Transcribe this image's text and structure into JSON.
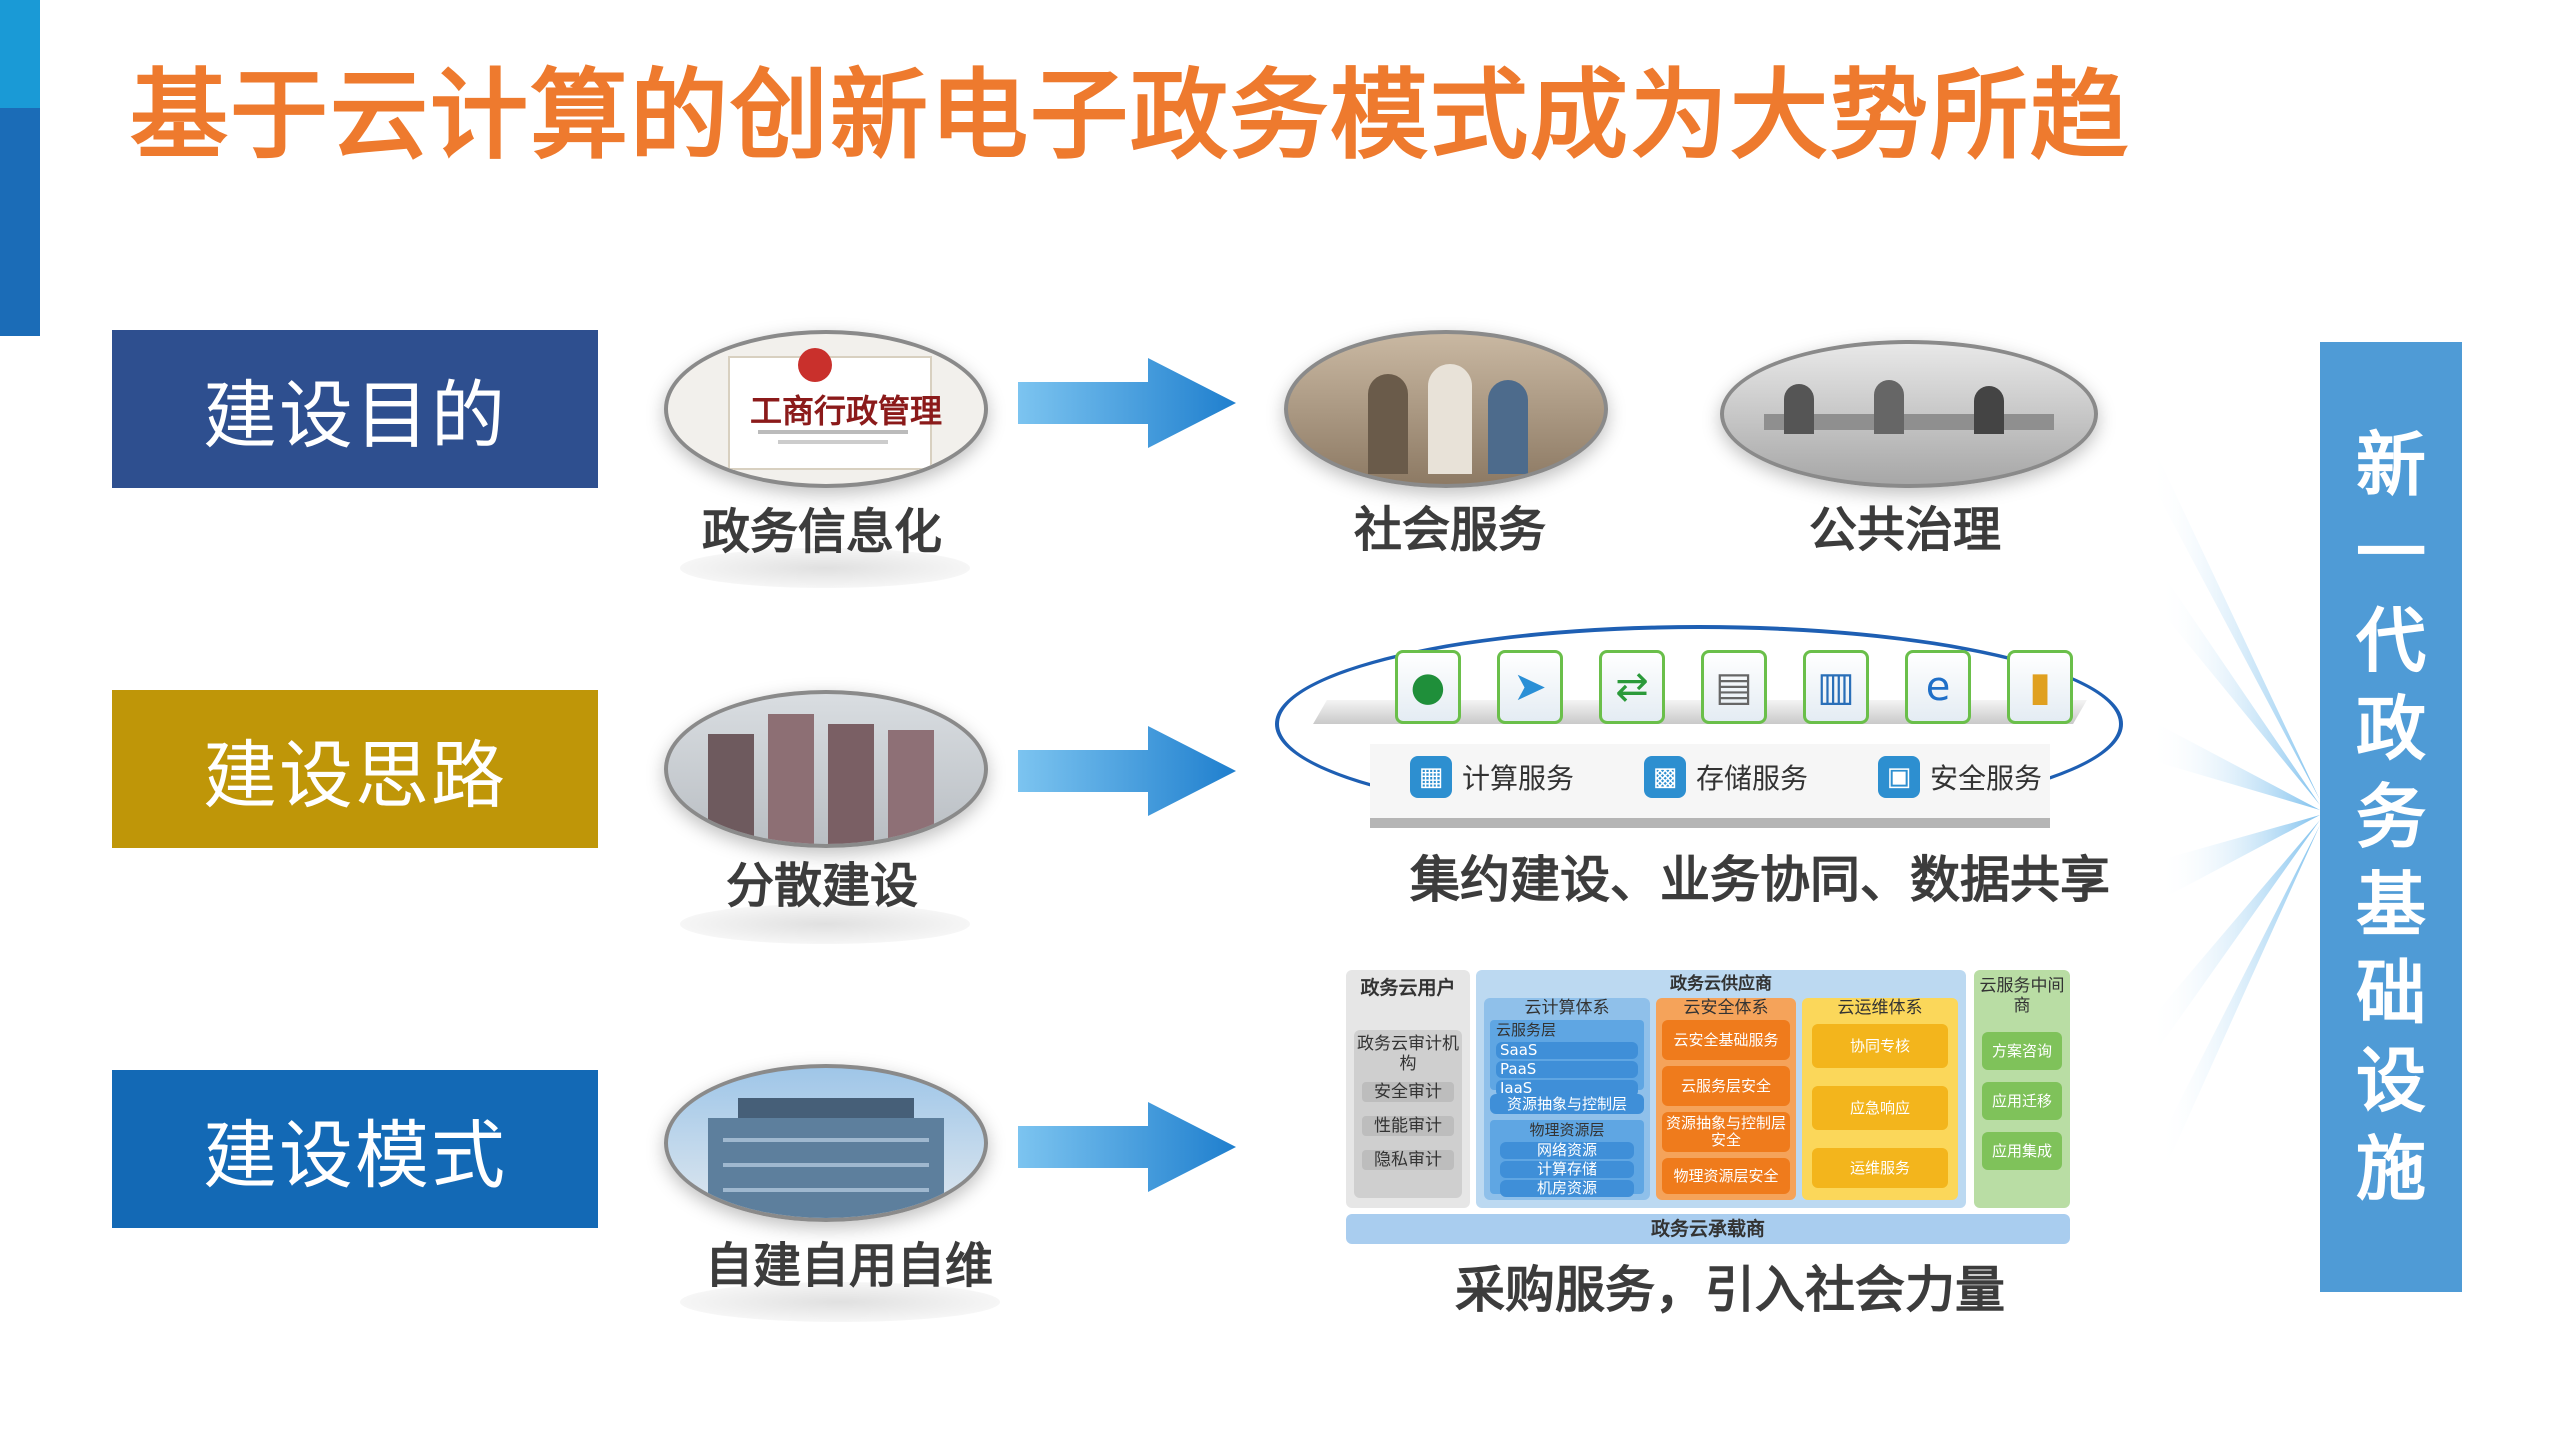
{
  "title": "基于云计算的创新电子政务模式成为大势所趋",
  "rows": [
    {
      "label": "建设目的",
      "color": "#2e4f8f",
      "from_caption": "政务信息化",
      "to_captions": [
        "社会服务",
        "公共治理"
      ]
    },
    {
      "label": "建设思路",
      "color": "#bf9608",
      "from_caption": "分散建设",
      "to_caption": "集约建设、业务协同、数据共享"
    },
    {
      "label": "建设模式",
      "color": "#1369b5",
      "from_caption": "自建自用自维",
      "to_caption": "采购服务，引入社会力量"
    }
  ],
  "doc_image": {
    "heading": "工商行政管理"
  },
  "cloud": {
    "icons": [
      "globe-icon",
      "send-icon",
      "exchange-icon",
      "database-icon",
      "building-icon",
      "ie-icon",
      "bar-chart-icon"
    ],
    "services": [
      "计算服务",
      "存储服务",
      "安全服务"
    ]
  },
  "arch": {
    "user_title": "政务云用户",
    "user_items": [
      "政务云审计机构",
      "安全审计",
      "性能审计",
      "隐私审计"
    ],
    "provider_title": "政务云供应商",
    "compute_title": "云计算体系",
    "compute_sub1": "云服务层",
    "compute_items": [
      "SaaS",
      "PaaS",
      "IaaS"
    ],
    "compute_mgmt": "资源抽象与控制层",
    "compute_sub2": "物理资源层",
    "compute_items2": [
      "网络资源",
      "计算存储",
      "机房资源"
    ],
    "security_title": "云安全体系",
    "security_items": [
      "云安全基础服务",
      "云服务层安全",
      "资源抽象与控制层安全",
      "物理资源层安全"
    ],
    "ops_title": "云运维体系",
    "ops_items": [
      "协同专核",
      "应急响应",
      "运维服务"
    ],
    "broker_title": "云服务中间商",
    "broker_items": [
      "方案咨询",
      "应用迁移",
      "应用集成"
    ],
    "carrier": "政务云承载商"
  },
  "banner": "新一代政务基础设施",
  "colors": {
    "title": "#ee7a2e",
    "banner": "#4f9bd6",
    "arrow": "#2f8fd6"
  }
}
